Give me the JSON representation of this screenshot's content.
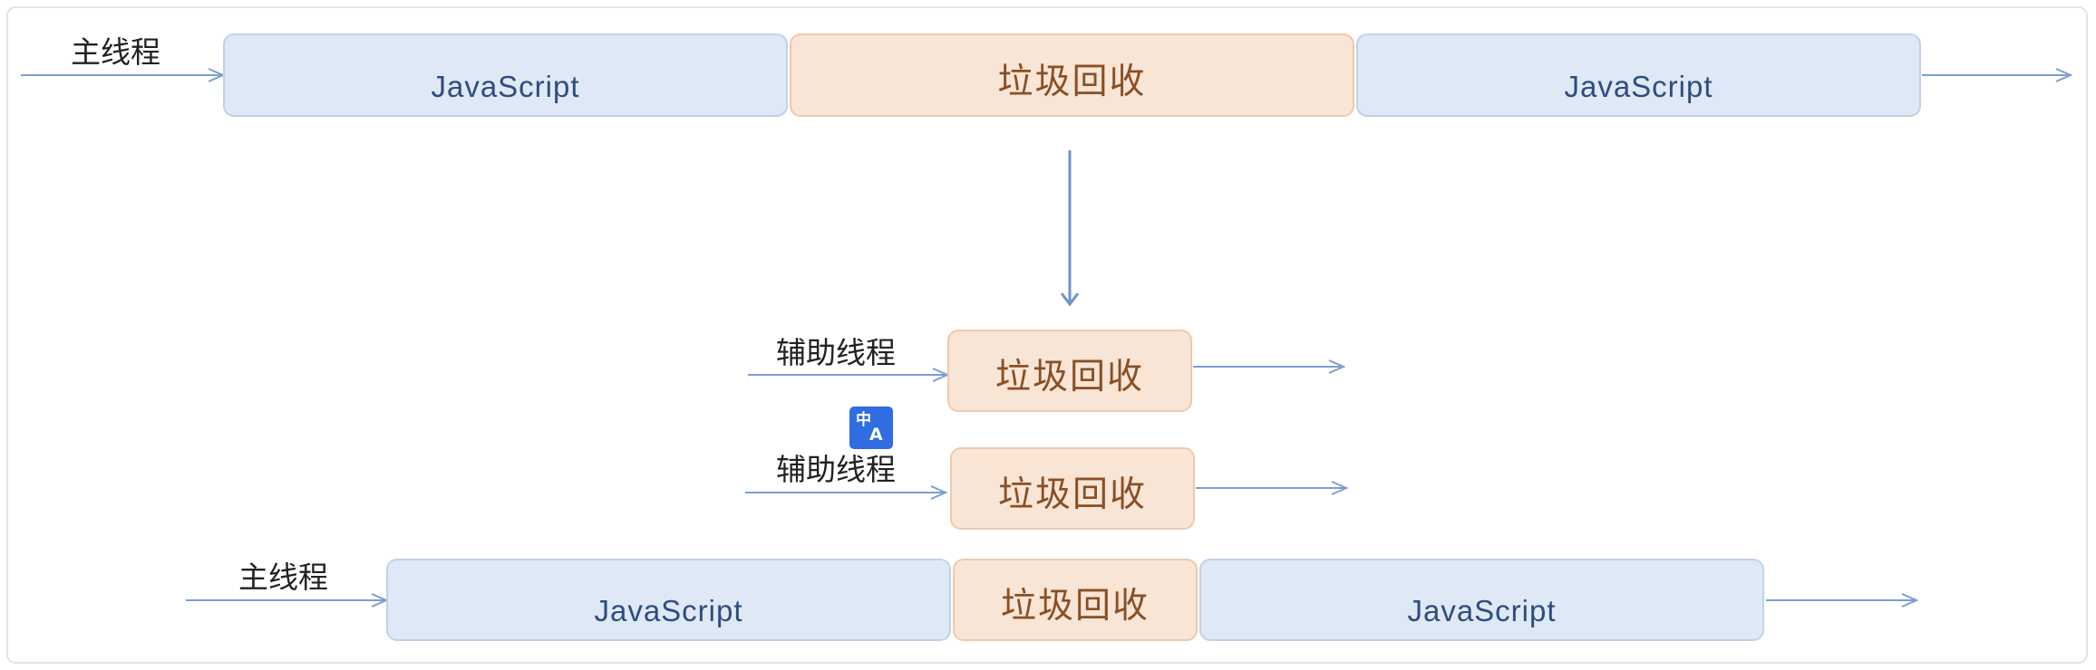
{
  "labels": {
    "main_thread": "主线程",
    "helper_thread": "辅助线程",
    "javascript": "JavaScript",
    "garbage_collection": "垃圾回收"
  },
  "icons": {
    "translate": "translate-icon"
  },
  "colors": {
    "js_fill": "#dfe9f5",
    "js_border": "#bfd2ea",
    "js_text": "#2e4d7f",
    "gc_fill": "#f8e5d6",
    "gc_border": "#efc9ab",
    "gc_text": "#8a4f24",
    "arrow": "#7a9fd0",
    "icon": "#2f6de0"
  }
}
